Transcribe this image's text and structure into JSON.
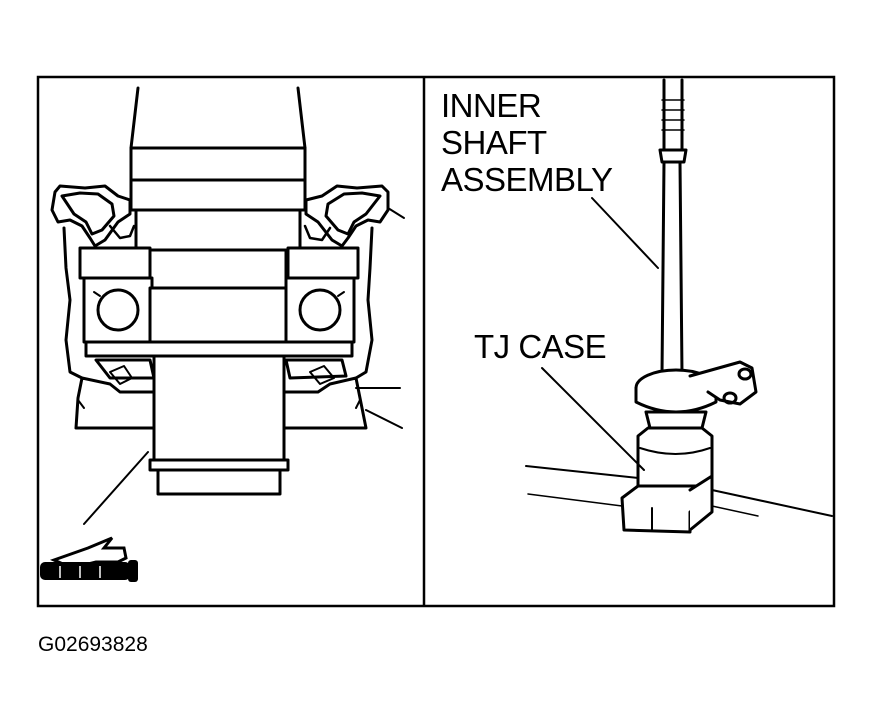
{
  "labels": {
    "inner_shaft_line1": "INNER",
    "inner_shaft_line2": "SHAFT",
    "inner_shaft_line3": "ASSEMBLY",
    "tj_case": "TJ CASE"
  },
  "figure_id": "G02693828",
  "colors": {
    "ink": "#000000",
    "paper": "#ffffff"
  }
}
